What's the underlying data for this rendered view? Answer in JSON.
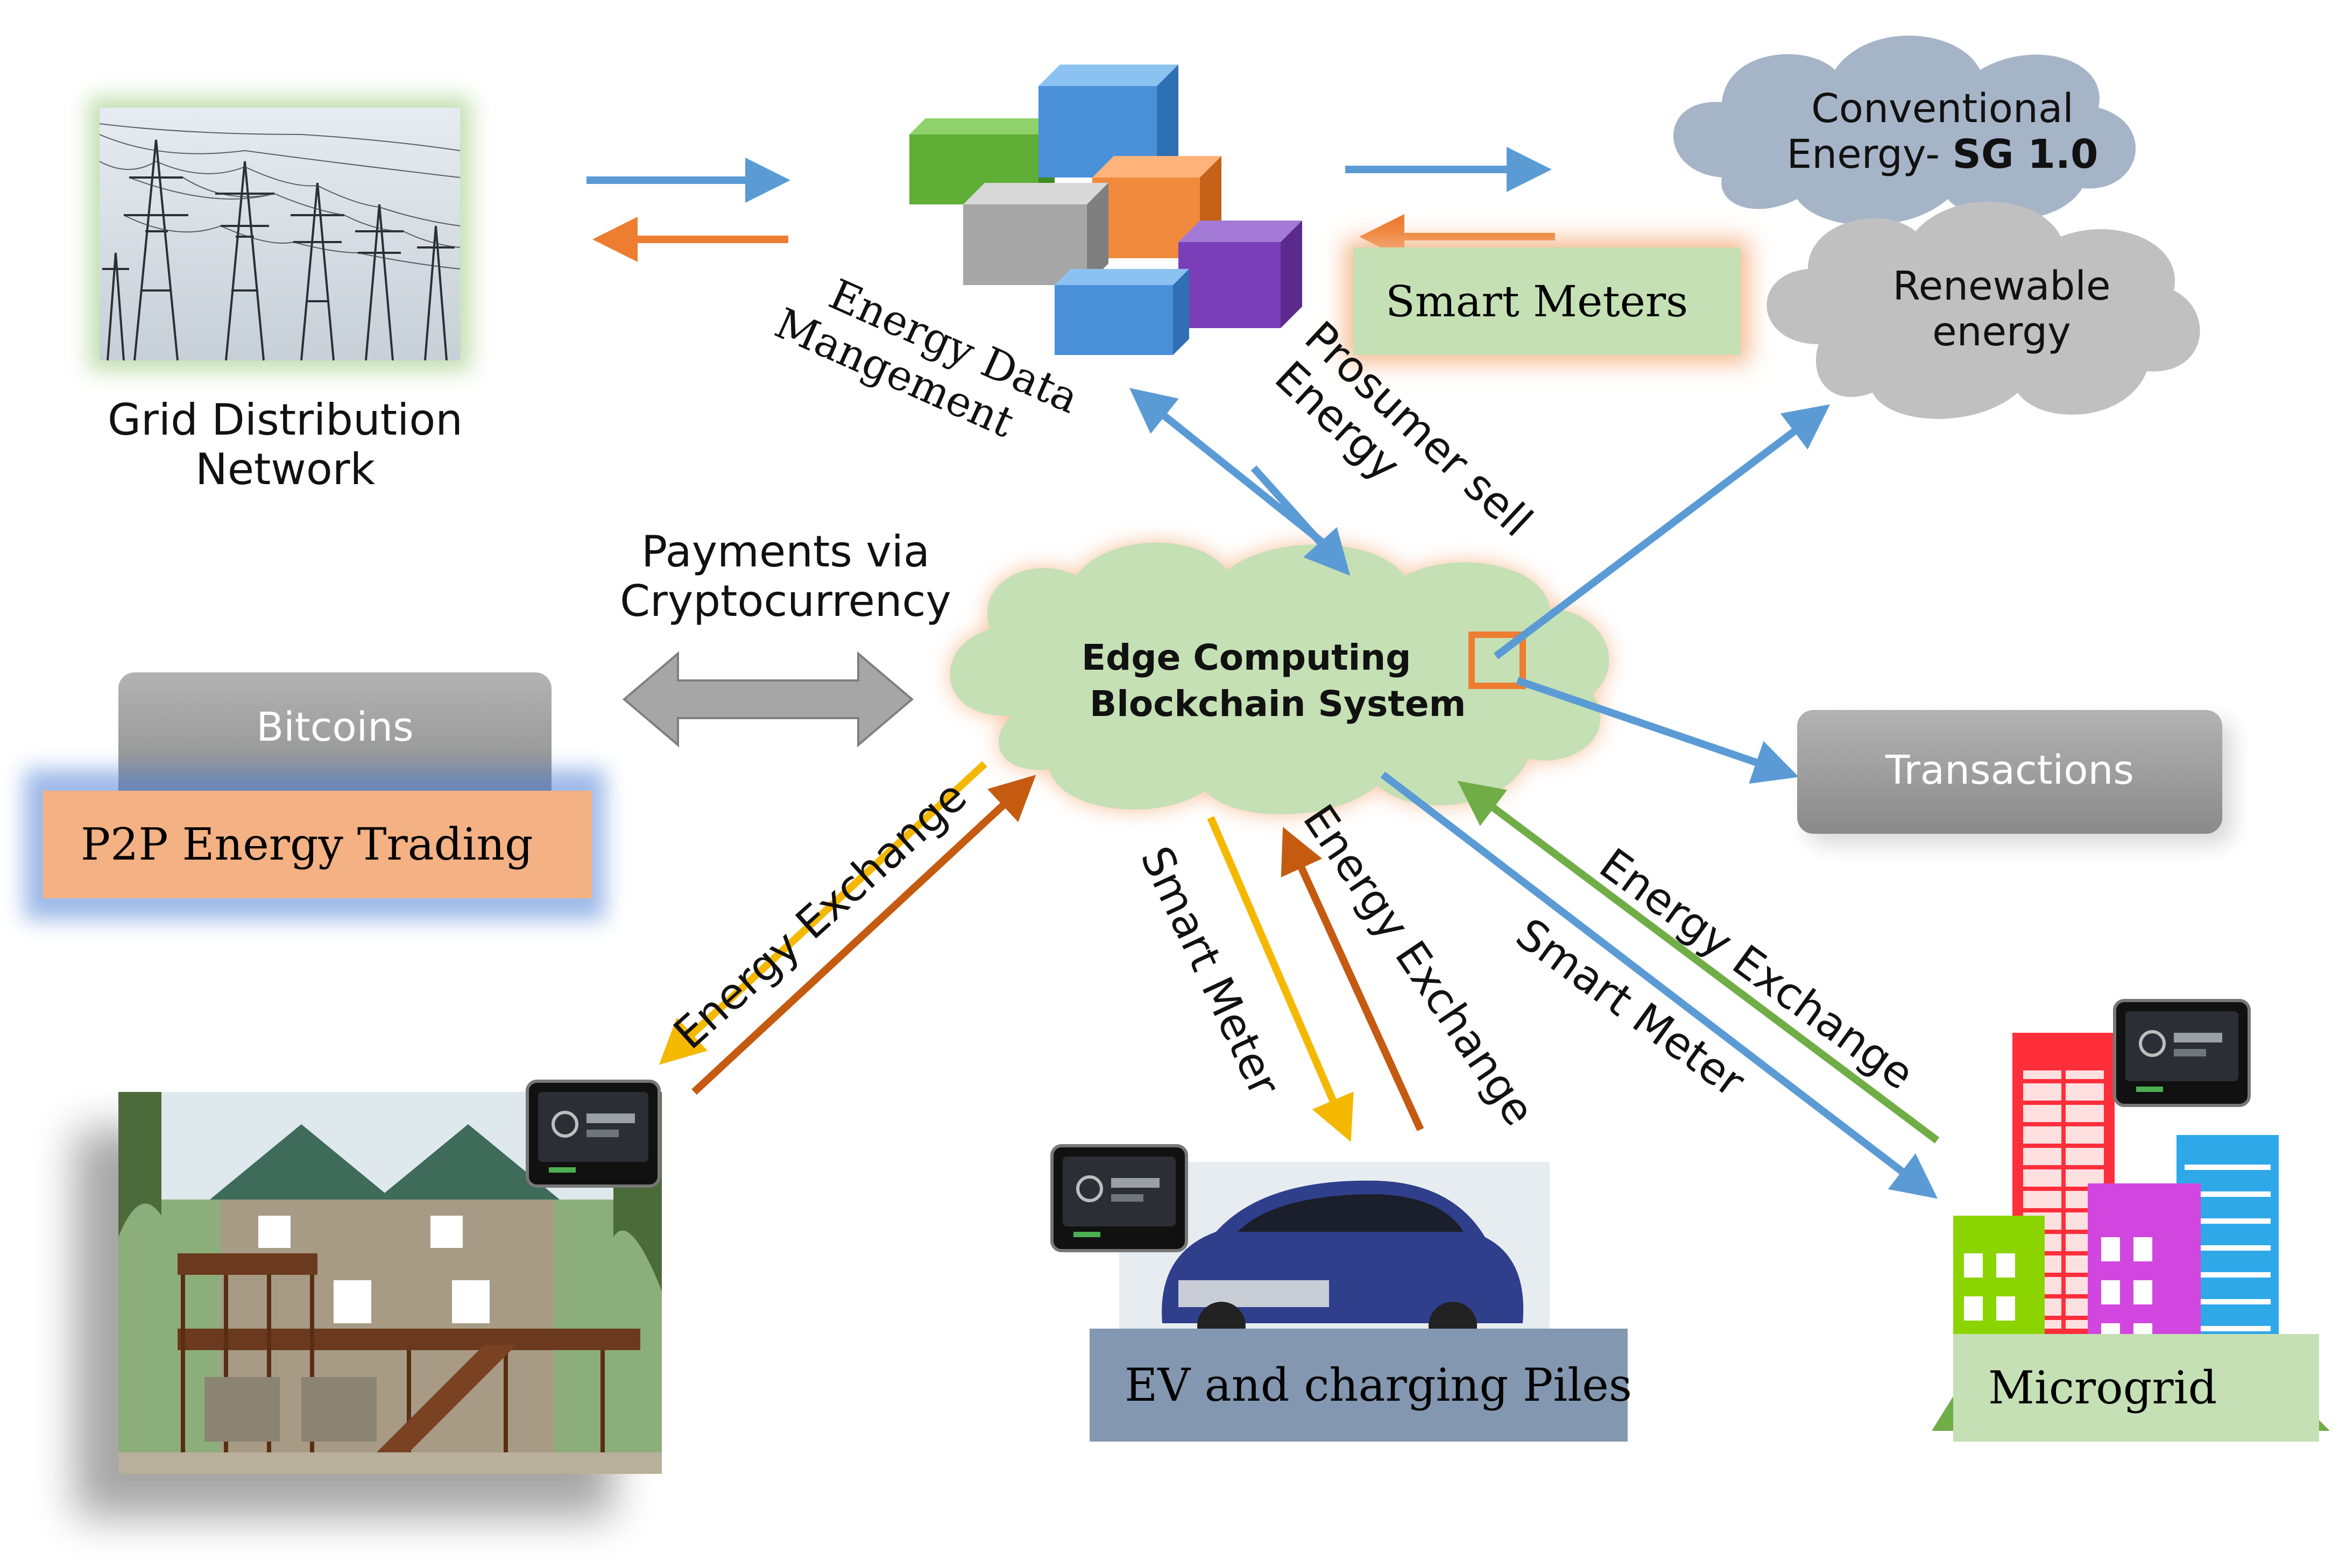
{
  "labels": {
    "grid_line1": "Grid Distribution",
    "grid_line2": "Network",
    "energy_data_line1": "Energy Data",
    "energy_data_line2": "Mangement",
    "conventional_line1": "Conventional",
    "conventional_line2_prefix": "Energy- ",
    "conventional_line2_bold": "SG 1.0",
    "renewable_line1": "Renewable",
    "renewable_line2": "energy",
    "smart_meters": "Smart Meters",
    "prosumer_line1": "Prosumer sell",
    "prosumer_line2": "Energy",
    "payments_line1": "Payments via",
    "payments_line2": "Cryptocurrency",
    "bitcoins": "Bitcoins",
    "p2p": "P2P Energy Trading",
    "edge_line1": "Edge Computing",
    "edge_line2": "Blockchain System",
    "transactions": "Transactions",
    "energy_exchange_left": "Energy Exchange",
    "smart_meter_mid": "Smart Meter",
    "energy_exchange_mid": "Energy Exchange",
    "smart_meter_right": "Smart Meter",
    "energy_exchange_right": "Energy Exchange",
    "ev": "EV and charging Piles",
    "microgrid": "Microgrid"
  },
  "colors": {
    "arrow_blue": "#5b9bd5",
    "arrow_orange": "#ed7d31",
    "arrow_yellow": "#f5b800",
    "arrow_brown": "#c55a11",
    "arrow_green": "#70ad47",
    "cloud_green": "#c5e0b4",
    "cloud_gray": "#a6b4c8",
    "cloud_lightgray": "#c0c0c0",
    "smart_meters_bg": "#c5e0b4",
    "p2p_bg": "#f4b183",
    "ev_bg": "#8497b0",
    "microgrid_bg": "#c5e0b4",
    "gray_button": "#9e9e9e"
  },
  "icons": {
    "grid": "power-tower-photo",
    "data_mgmt": "colored-cubes-icon",
    "house": "house-photo",
    "car": "electric-car-photo",
    "city": "buildings-icon",
    "meter": "smart-meter-device-icon"
  }
}
